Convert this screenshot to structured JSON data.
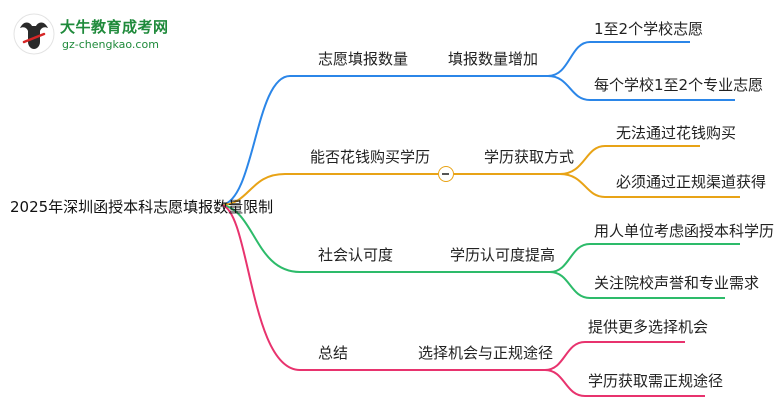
{
  "logo": {
    "title": "大牛教育成考网",
    "url": "gz-chengkao.com"
  },
  "root": "2025年深圳函授本科志愿填报数量限制",
  "branches": [
    {
      "label": "志愿填报数量",
      "sub": "填报数量增加",
      "leaves": [
        "1至2个学校志愿",
        "每个学校1至2个专业志愿"
      ],
      "color": "#2b86e8"
    },
    {
      "label": "能否花钱购买学历",
      "sub": "学历获取方式",
      "leaves": [
        "无法通过花钱购买",
        "必须通过正规渠道获得"
      ],
      "color": "#e8a316"
    },
    {
      "label": "社会认可度",
      "sub": "学历认可度提高",
      "leaves": [
        "用人单位考虑函授本科学历",
        "关注院校声誉和专业需求"
      ],
      "color": "#2dbb6a"
    },
    {
      "label": "总结",
      "sub": "选择机会与正规途径",
      "leaves": [
        "提供更多选择机会",
        "学历获取需正规途径"
      ],
      "color": "#e8336e"
    }
  ]
}
